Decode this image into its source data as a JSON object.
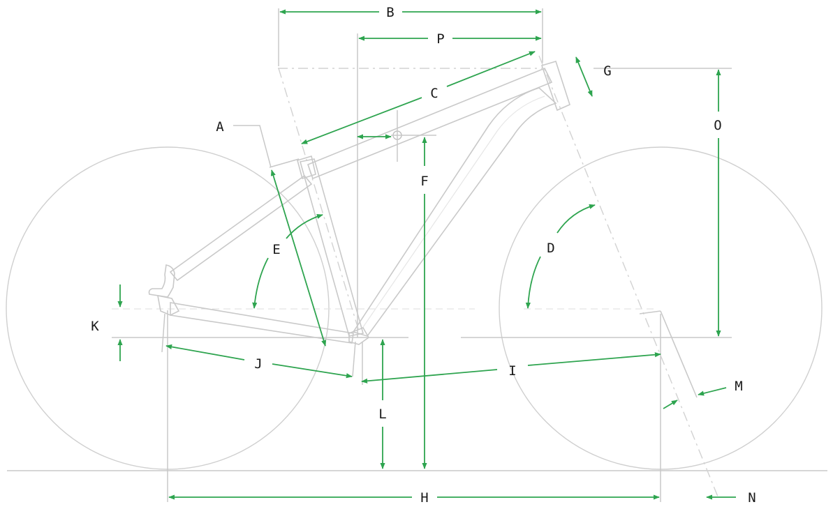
{
  "labels": {
    "A": "A",
    "B": "B",
    "C": "C",
    "D": "D",
    "E": "E",
    "F": "F",
    "G": "G",
    "H": "H",
    "I": "I",
    "J": "J",
    "K": "K",
    "L": "L",
    "M": "M",
    "N": "N",
    "O": "O",
    "P": "P"
  },
  "colors": {
    "dimension_arrow": "#2ea44f",
    "frame_lines": "#c9c9c9",
    "label_text": "#1a1a1a",
    "background": "#ffffff"
  }
}
